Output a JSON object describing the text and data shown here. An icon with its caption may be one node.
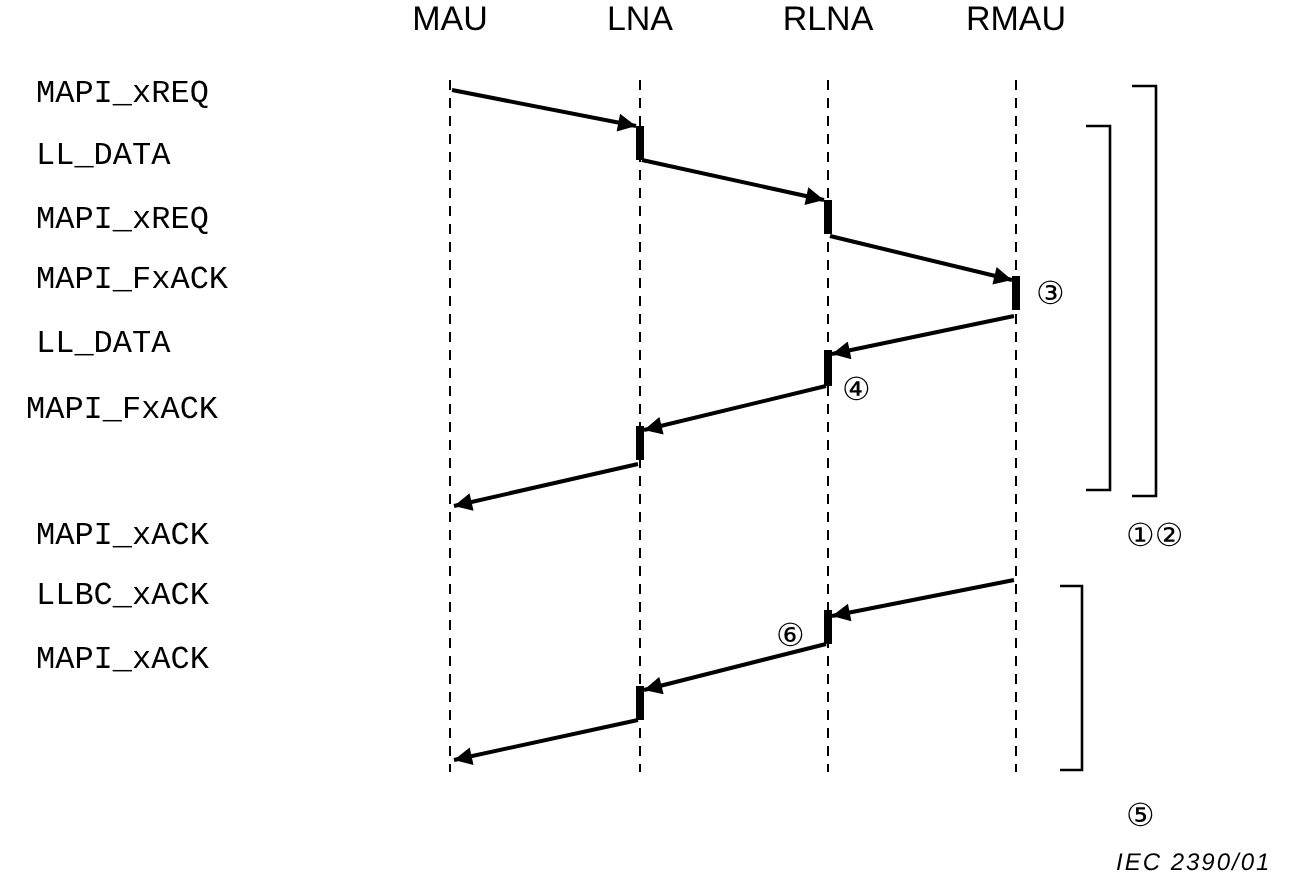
{
  "diagram": {
    "nodes": [
      {
        "text": [
          "MAU"
        ]
      },
      {
        "text": [
          "LNA"
        ]
      },
      {
        "text": [
          "RLNA"
        ]
      },
      {
        "text": [
          "RMAU"
        ]
      }
    ],
    "edges": [
      {
        "from": 0,
        "to": 1,
        "arrow": "to"
      },
      {
        "from": 1,
        "to": 2,
        "arrow": "to"
      },
      {
        "from": 2,
        "to": 3,
        "arrow": "to"
      },
      {
        "from": 3,
        "to": 2,
        "arrow": "to"
      },
      {
        "from": 2,
        "to": 1,
        "arrow": "to"
      },
      {
        "from": 1,
        "to": 0,
        "arrow": "to"
      },
      {
        "from": 3,
        "to": 2,
        "arrow": "to"
      },
      {
        "from": 2,
        "to": 1,
        "arrow": "to"
      },
      {
        "from": 1,
        "to": 0,
        "arrow": "to"
      }
    ],
    "labels": [
      "MAPI_xREQ",
      "LL_DATA",
      "MAPI_xREQ",
      "MAPI_FxACK",
      "LL_DATA",
      "MAPI_FxACK",
      "MAPI_xACK",
      "LLBC_xACK",
      "MAPI_xACK",
      "③",
      "④",
      "①②",
      "⑥",
      "⑤",
      "IEC 2390/01"
    ]
  }
}
